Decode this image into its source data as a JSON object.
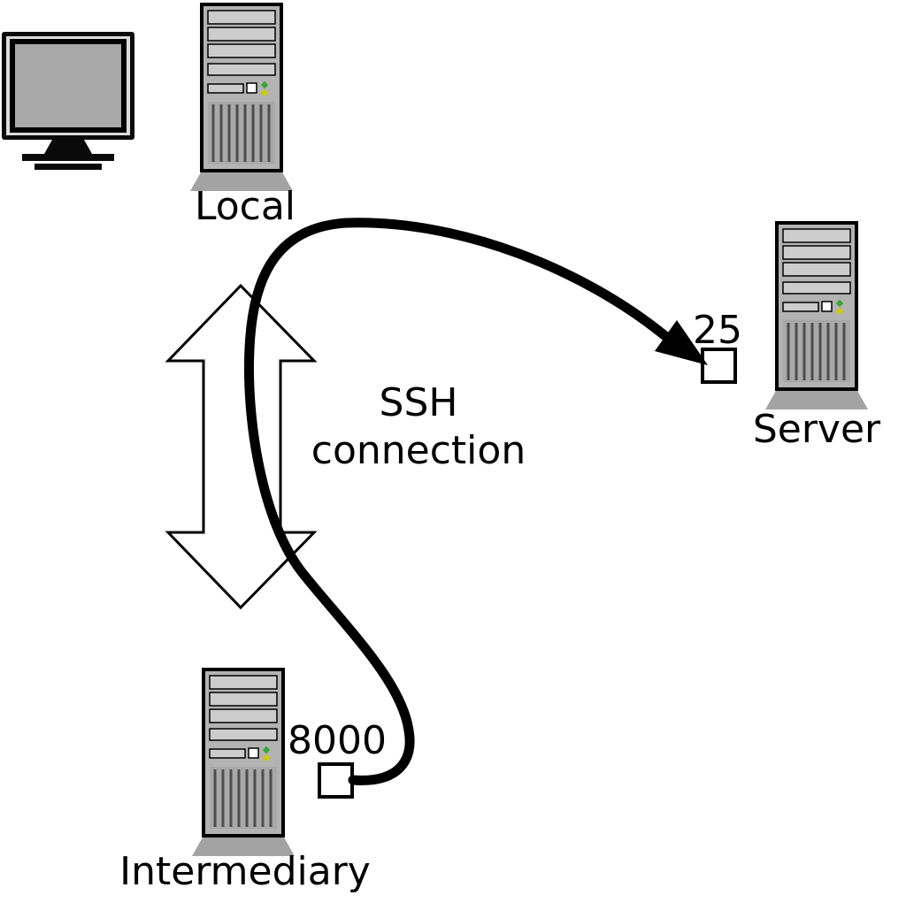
{
  "diagram": {
    "nodes": {
      "display": {
        "icon": "crt-monitor"
      },
      "local": {
        "label": "Local",
        "icon": "computer-tower"
      },
      "server": {
        "label": "Server",
        "icon": "computer-tower",
        "port": "25"
      },
      "intermediary": {
        "label": "Intermediary",
        "icon": "computer-tower",
        "port": "8000"
      }
    },
    "connection": {
      "line1": "SSH",
      "line2": "connection",
      "type": "double-headed-arrow"
    },
    "tunnel": {
      "from_port": "8000",
      "to_port": "25"
    },
    "colors": {
      "line": "#000000",
      "tower_body": "#b3b3b3",
      "slot_fill": "#cccccc",
      "base_fill": "#a3a3a3",
      "screen_fill": "#a9a9a9",
      "led_green": "#33aa33",
      "led_yellow": "#cccc00",
      "arrow_fill": "#ffffff"
    }
  }
}
